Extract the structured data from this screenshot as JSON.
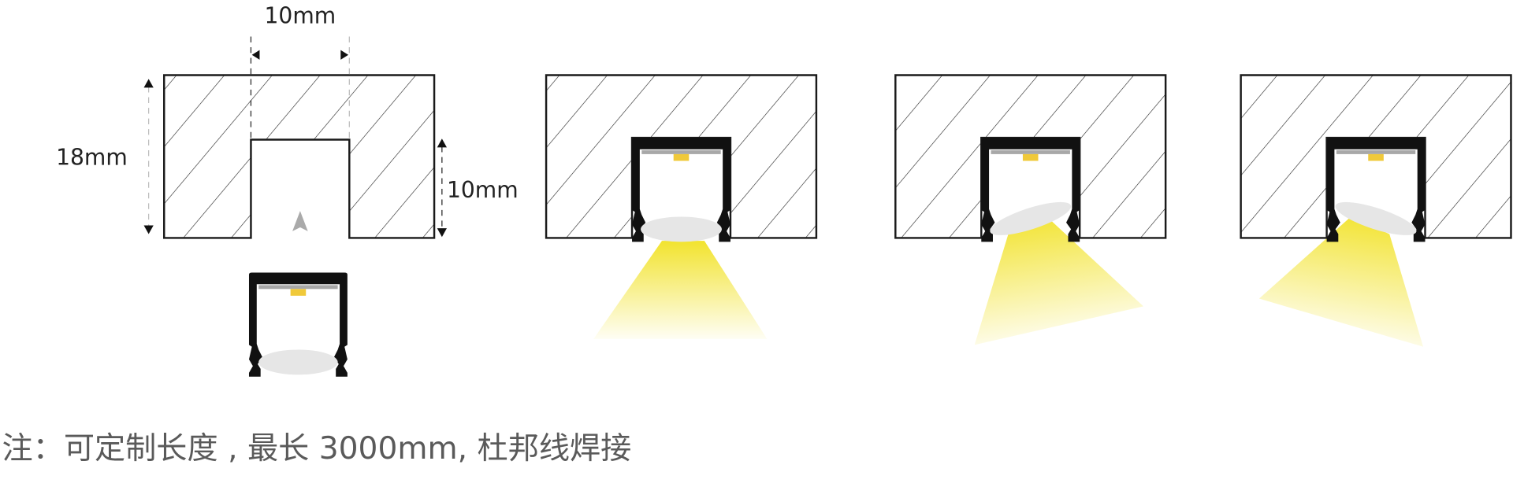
{
  "dimensions": {
    "width_label": "10mm",
    "height_label": "18mm",
    "depth_label": "10mm"
  },
  "note": "注：可定制长度 , 最长 3000mm, 杜邦线焊接",
  "colors": {
    "profile": "#111111",
    "led": "#f0c93a",
    "beam": "#f2e43a",
    "lens": "#e6e6e6",
    "outline": "#1a1a1a"
  }
}
